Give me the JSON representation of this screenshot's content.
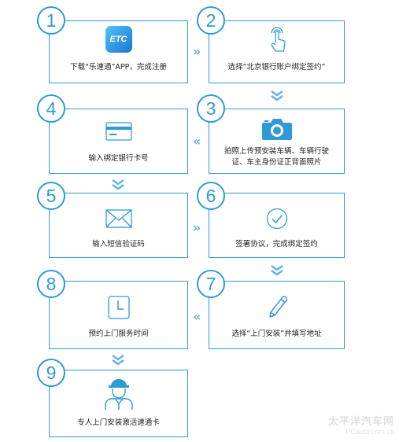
{
  "steps": [
    {
      "num": "1",
      "label": "下载“乐速通”APP，完成注册",
      "icon": "etc-app-icon",
      "icon_text": "ETC"
    },
    {
      "num": "2",
      "label": "选择“北京银行账户绑定签约”",
      "icon": "tap-finger-icon"
    },
    {
      "num": "3",
      "label": "拍照上传预安装车辆、车辆行驶证、车主身份证正背面照片",
      "icon": "camera-icon"
    },
    {
      "num": "4",
      "label": "输入绑定银行卡号",
      "icon": "bank-card-icon"
    },
    {
      "num": "5",
      "label": "输入短信验证码",
      "icon": "envelope-icon"
    },
    {
      "num": "6",
      "label": "签署协议，完成绑定签约",
      "icon": "check-circle-icon"
    },
    {
      "num": "7",
      "label": "选择“上门安装”并填写地址",
      "icon": "pencil-icon"
    },
    {
      "num": "8",
      "label": "预约上门服务时间",
      "icon": "clock-icon"
    },
    {
      "num": "9",
      "label": "专人上门安装激活速通卡",
      "icon": "technician-icon"
    }
  ],
  "arrows": {
    "right": "»",
    "left": "«"
  },
  "watermark": {
    "line1": "太平洋汽车网",
    "line2": "PCauto.com.cn"
  },
  "colors": {
    "accent": "#2f9ad8",
    "arrow": "#5fb2e6"
  }
}
